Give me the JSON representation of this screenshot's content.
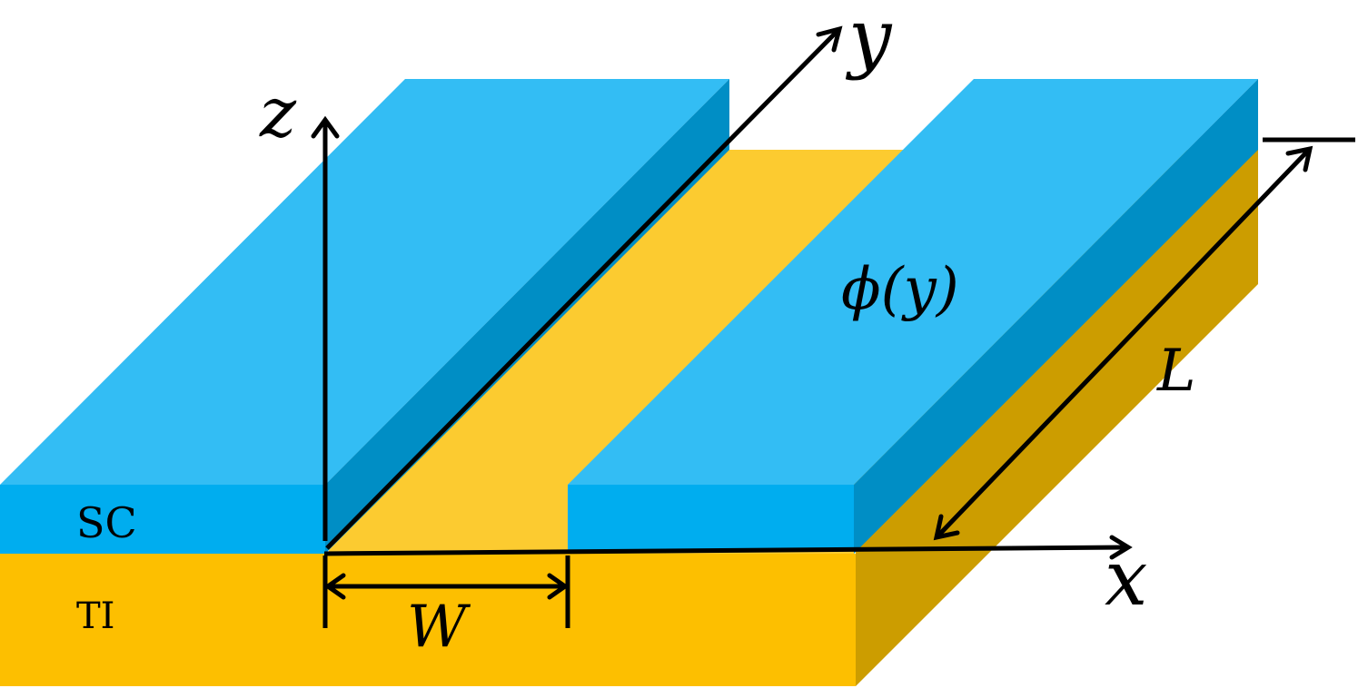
{
  "labels": {
    "axis_x": "x",
    "axis_y": "y",
    "axis_z": "z",
    "phase": "ϕ(y)",
    "length": "L",
    "width": "W",
    "layer_top": "SC",
    "layer_bottom": "TI"
  },
  "colors": {
    "sc_top": "#33bdf4",
    "sc_front": "#00adef",
    "sc_side": "#008ec5",
    "ti_top": "#fccb30",
    "ti_front": "#fdbf00",
    "ti_side": "#cc9d00",
    "lines": "#000000"
  }
}
